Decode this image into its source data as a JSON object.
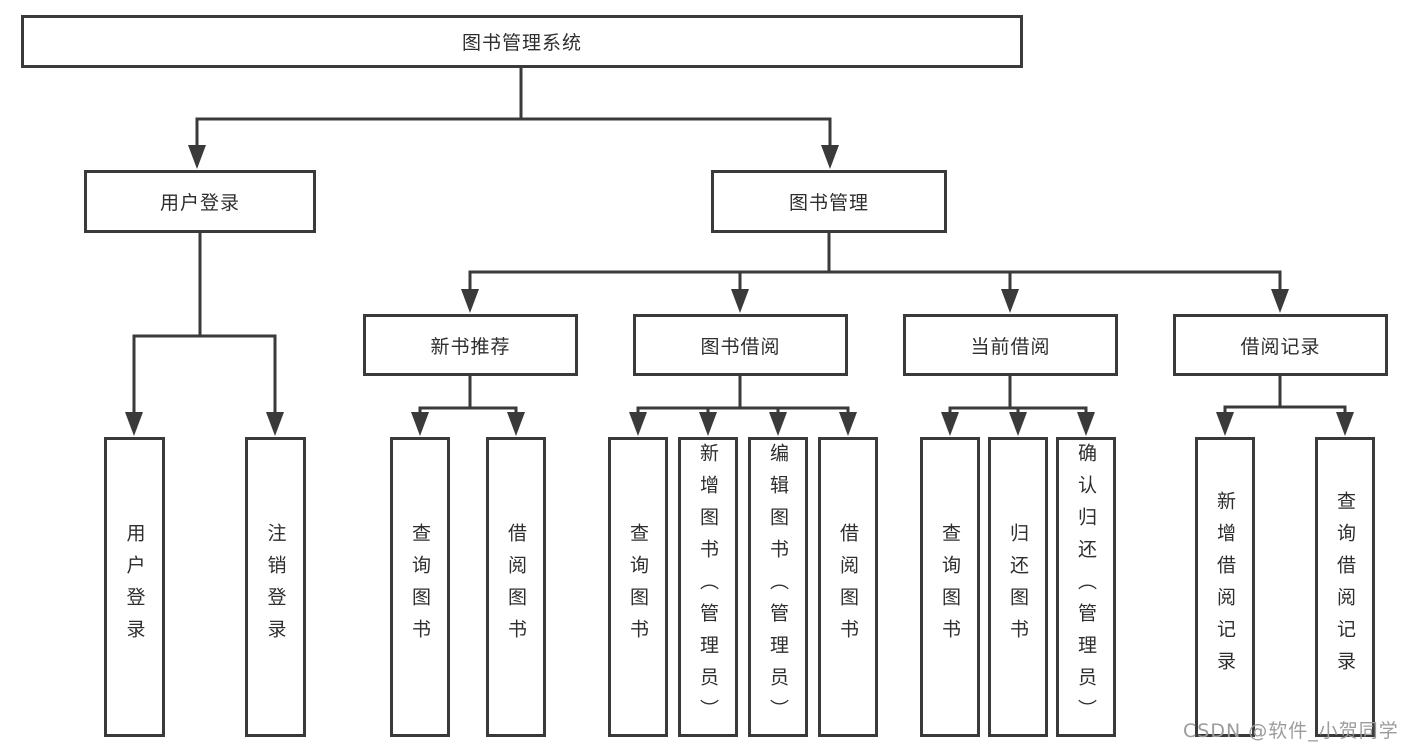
{
  "diagram": {
    "root": {
      "label": "图书管理系统"
    },
    "branches": [
      {
        "label": "用户登录",
        "children": [
          {
            "label": "用户登录"
          },
          {
            "label": "注销登录"
          }
        ]
      },
      {
        "label": "图书管理",
        "children": [
          {
            "label": "新书推荐",
            "children": [
              {
                "label": "查询图书"
              },
              {
                "label": "借阅图书"
              }
            ]
          },
          {
            "label": "图书借阅",
            "children": [
              {
                "label": "查询图书"
              },
              {
                "label": "新增图书（管理员）"
              },
              {
                "label": "编辑图书（管理员）"
              },
              {
                "label": "借阅图书"
              }
            ]
          },
          {
            "label": "当前借阅",
            "children": [
              {
                "label": "查询图书"
              },
              {
                "label": "归还图书"
              },
              {
                "label": "确认归还（管理员）"
              }
            ]
          },
          {
            "label": "借阅记录",
            "children": [
              {
                "label": "新增借阅记录"
              },
              {
                "label": "查询借阅记录"
              }
            ]
          }
        ]
      }
    ],
    "watermark": "CSDN @软件_小贺同学",
    "colors": {
      "line": "#3a3a3a",
      "text": "#2e2e2e",
      "watermark": "#9c9c9c",
      "background": "#ffffff"
    }
  }
}
